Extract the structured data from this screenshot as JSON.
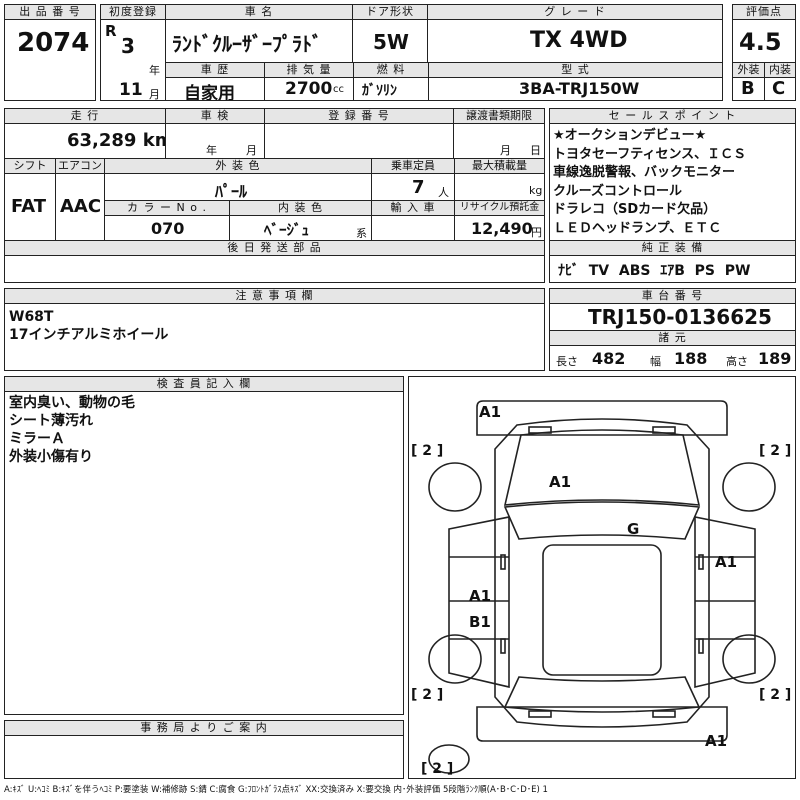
{
  "header": {
    "lot_label": "出 品 番 号",
    "lot": "2074",
    "first_reg_label": "初度登録",
    "era": "R",
    "year": "3",
    "year_unit": "年",
    "month": "11",
    "month_unit": "月",
    "model_label": "車 名",
    "model": "ﾗﾝﾄﾞｸﾙｰｻﾞｰﾌﾟﾗﾄﾞ",
    "doors_label": "ドア形状",
    "doors": "5W",
    "grade_label": "グ レ ー ド",
    "grade": "TX 4WD",
    "score_label": "評価点",
    "score": "4.5",
    "history_label": "車 歴",
    "history": "自家用",
    "displacement_label": "排 気 量",
    "displacement": "2700",
    "displacement_unit": "cc",
    "fuel_label": "燃 料",
    "fuel": "ｶﾞｿﾘﾝ",
    "type_label": "型 式",
    "type": "3BA-TRJ150W",
    "ext_label": "外装",
    "ext": "B",
    "int_label": "内装",
    "int": "C"
  },
  "row2": {
    "mileage_label": "走 行",
    "mileage": "63,289 km",
    "inspection_label": "車 検",
    "inspection_year": "年",
    "inspection_month": "月",
    "regno_label": "登 録 番 号",
    "transfer_label": "譲渡書類期限",
    "transfer_month": "月",
    "transfer_day": "日",
    "shift_label": "シフト",
    "shift": "FAT",
    "ac_label": "エアコン",
    "ac": "AAC",
    "color_label": "外 装 色",
    "color": "ﾊﾟｰﾙ",
    "capacity_label": "乗車定員",
    "capacity": "7",
    "capacity_unit": "人",
    "load_label": "最大積載量",
    "load_unit": "kg",
    "colorno_label": "カ ラ ー N o .",
    "colorno": "070",
    "intcolor_label": "内 装 色",
    "intcolor": "ﾍﾞｰｼﾞｭ",
    "intcolor_unit": "系",
    "import_label": "輸 入 車",
    "recycle_label": "リサイクル預託金",
    "recycle": "12,490",
    "recycle_unit": "円",
    "later_label": "後 日 発 送 部 品"
  },
  "sales": {
    "label": "セ ー ル ス ポ イ ン ト",
    "text": "★オークションデビュー★\nトヨタセーフティセンス、ＩＣＳ\n車線逸脱警報、バックモニター\nクルーズコントロール\nドラレコ（SDカード欠品）\nＬＥＤヘッドランプ、ＥＴＣ"
  },
  "equipment": {
    "label": "純 正 装 備",
    "text": "ﾅﾋﾞ  TV  ABS  ｴｱB  PS  PW"
  },
  "notes": {
    "label": "注 意 事 項 欄",
    "text": "W68T\n17インチアルミホイール"
  },
  "chassis": {
    "label": "車 台 番 号",
    "number": "TRJ150-0136625",
    "dims_label": "諸 元",
    "length_label": "長さ",
    "length": "482",
    "width_label": "幅",
    "width": "188",
    "height_label": "高さ",
    "height": "189"
  },
  "inspector": {
    "label": "検 査 員 記 入 欄",
    "text": "室内臭い、動物の毛\nシート薄汚れ\nミラーＡ\n外装小傷有り"
  },
  "office": {
    "label": "事 務 局 よ り ご 案 内"
  },
  "diagram": {
    "marks": [
      "A1",
      "A1",
      "G",
      "A1",
      "A1",
      "B1",
      "A1"
    ],
    "tyres": [
      "[ 2 ]",
      "[ 2 ]",
      "[ 2 ]",
      "[ 2 ]",
      "[ 2 ]"
    ]
  },
  "legend": "A:ｷｽﾞ U:ﾍｺﾐ B:ｷｽﾞを伴うﾍｺﾐ P:要塗装 W:補修跡 S:錆 C:腐食 G:ﾌﾛﾝﾄｶﾞﾗｽ点ｷｽﾞ XX:交換済み X:要交換  内･外装評価  5段階ﾗﾝｸ順(A･B･C･D･E) 1"
}
